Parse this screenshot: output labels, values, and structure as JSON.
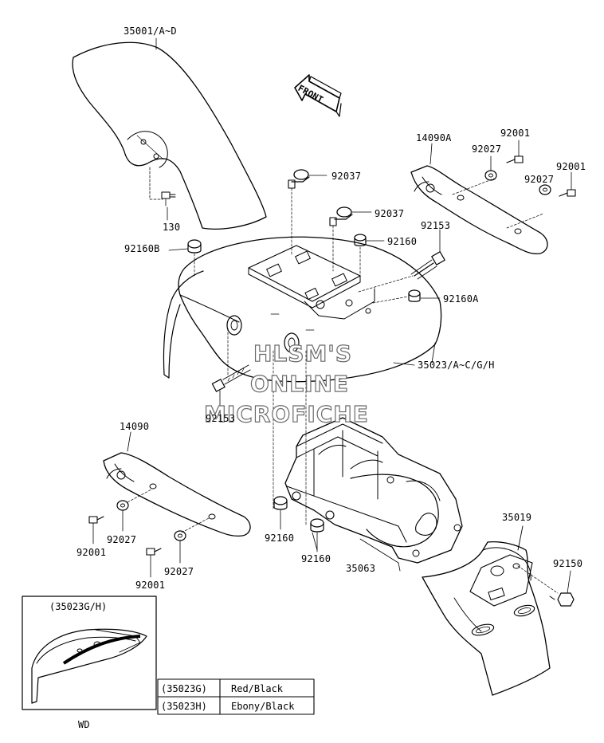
{
  "diagram": {
    "front_arrow": "FRONT",
    "watermark": [
      "HLSM'S",
      "ONLINE",
      "MICROFICHE"
    ],
    "labels": {
      "front_fender": "35001/A~D",
      "bolt_130": "130",
      "damper_92160b": "92160B",
      "clamp_92037_a": "92037",
      "clamp_92037_b": "92037",
      "damper_92160_top": "92160",
      "bolt_92153_top": "92153",
      "damper_92160a": "92160A",
      "rear_fender": "35023/A~C/G/H",
      "bolt_92153_left": "92153",
      "cover_14090a": "14090A",
      "screw_92001_a": "92001",
      "washer_92027_a": "92027",
      "screw_92001_b": "92001",
      "washer_92027_b": "92027",
      "cover_14090": "14090",
      "washer_92027_c": "92027",
      "screw_92001_c": "92001",
      "washer_92027_d": "92027",
      "screw_92001_d": "92001",
      "damper_92160_mid_a": "92160",
      "damper_92160_mid_b": "92160",
      "bracket_35063": "35063",
      "flap_35019": "35019",
      "bolt_92150": "92150"
    },
    "inset": {
      "title": "(35023G/H)",
      "caption": "WD"
    },
    "color_table": [
      {
        "code": "(35023G)",
        "color": "Red/Black"
      },
      {
        "code": "(35023H)",
        "color": "Ebony/Black"
      }
    ]
  }
}
